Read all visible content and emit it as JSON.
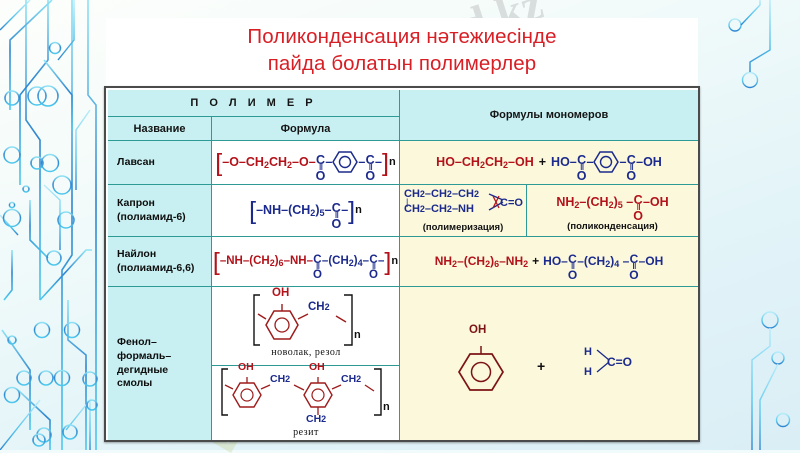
{
  "slide": {
    "title_line1": "Поликонденсация нәтежиесінде",
    "title_line2": "пайда болатын полимерлер",
    "title_color": "#d81f26",
    "watermark": "Stud.kz",
    "background": "circuit-board-pattern"
  },
  "table": {
    "header": {
      "group_polymer": "П О Л И М Е Р",
      "col_name": "Название",
      "col_formula": "Формула",
      "col_monomers": "Формулы мономеров"
    },
    "rows": [
      {
        "name": "Лавсан",
        "name_lines": [
          "Лавсан"
        ],
        "polymer_formula": "[–O–CH2CH2–O–C(=O)–C6H4–C(=O)–]n",
        "monomer_formula": "HO–CH2CH2–OH + HO–C(=O)–C6H4–C(=O)–OH",
        "monomer_split": false
      },
      {
        "name": "Капрон (полиамид-6)",
        "name_lines": [
          "Капрон",
          "(полиамид-6)"
        ],
        "polymer_formula": "[–NH–(CH2)5–C(=O)–]n",
        "monomer_split": true,
        "monomer_left_formula": "CH2–CH2–CH2 / CH2–CH2–NH  C=O",
        "monomer_left_label": "(полимеризация)",
        "monomer_right_formula": "NH2–(CH2)5–C(=O)–OH",
        "monomer_right_label": "(поликонденсация)"
      },
      {
        "name": "Найлон (полиамид-6,6)",
        "name_lines": [
          "Найлон",
          "(полиамид-6,6)"
        ],
        "polymer_formula": "[–NH–(CH2)6–NH–C(=O)–(CH2)4–C(=O)–]n",
        "monomer_formula": "NH2–(CH2)6–NH2 + HO–C(=O)–(CH2)4–C(=O)–OH",
        "monomer_split": false
      },
      {
        "name": "Фенол-формальдегидные смолы",
        "name_lines": [
          "Фенол–",
          "формаль–",
          "дегидные",
          "смолы"
        ],
        "polymer_structures": [
          {
            "label": "новолак, резол",
            "description": "phenol-OH ring with CH2 bridge, bracketed n"
          },
          {
            "label": "резит",
            "description": "two phenol rings linked by CH2 bridges with extra CH2, bracketed n"
          }
        ],
        "monomer_formula": "phenol (C6H5–OH) + H2C=O",
        "monomer_plus": "+",
        "monomer_labels": {
          "oh": "OH",
          "h_top": "H",
          "h_bottom": "H",
          "co": "C=O"
        },
        "monomer_split": false
      }
    ],
    "colors": {
      "header_bg": "#c8f0f2",
      "name_bg": "#c8f0f2",
      "formula_bg": "#ffffff",
      "monomer_bg": "#fbf8dc",
      "grid_line": "#2e9a95",
      "frame": "#4b4b4b",
      "red_atom": "#b3121a",
      "blue_atom": "#1b2a8c"
    }
  }
}
